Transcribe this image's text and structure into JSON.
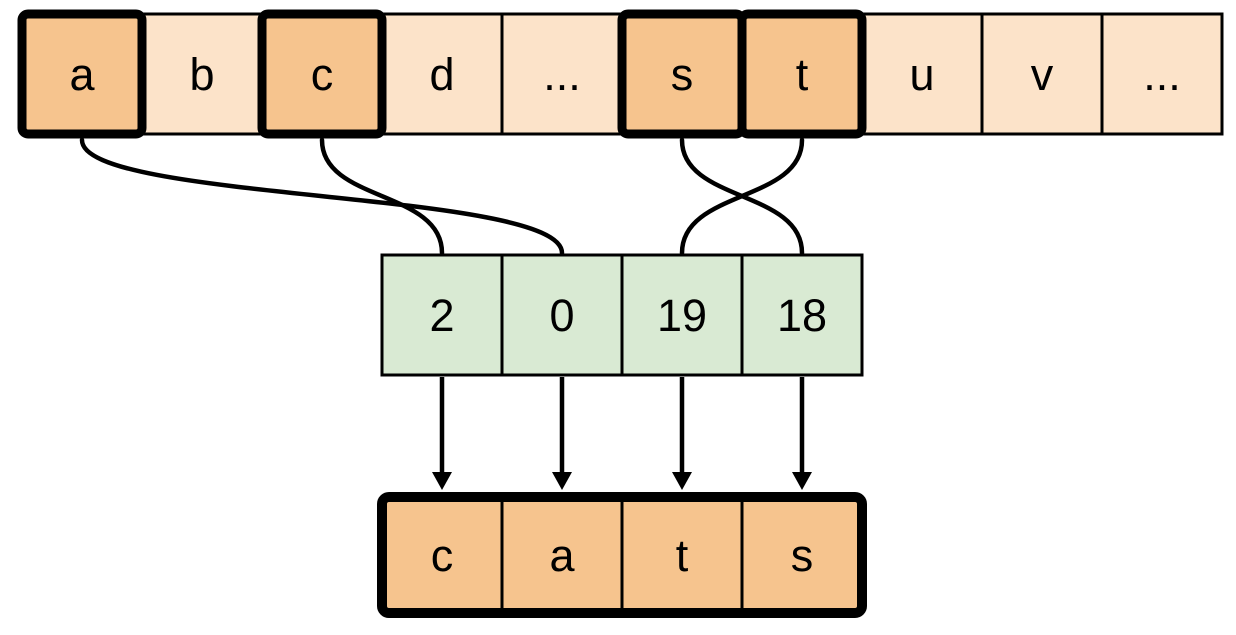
{
  "colors": {
    "cell_default": "#fce3c9",
    "cell_highlight": "#f6c48e",
    "cell_index": "#d9ead3",
    "stroke": "#000000",
    "background": "#ffffff"
  },
  "alphabet_row": {
    "cells": [
      {
        "label": "a",
        "highlighted": true
      },
      {
        "label": "b",
        "highlighted": false
      },
      {
        "label": "c",
        "highlighted": true
      },
      {
        "label": "d",
        "highlighted": false
      },
      {
        "label": "...",
        "highlighted": false
      },
      {
        "label": "s",
        "highlighted": true
      },
      {
        "label": "t",
        "highlighted": true
      },
      {
        "label": "u",
        "highlighted": false
      },
      {
        "label": "v",
        "highlighted": false
      },
      {
        "label": "...",
        "highlighted": false
      }
    ]
  },
  "index_row": {
    "cells": [
      {
        "label": "2"
      },
      {
        "label": "0"
      },
      {
        "label": "19"
      },
      {
        "label": "18"
      }
    ]
  },
  "output_row": {
    "cells": [
      {
        "label": "c"
      },
      {
        "label": "a"
      },
      {
        "label": "t"
      },
      {
        "label": "s"
      }
    ]
  },
  "connections": {
    "letter_to_index": [
      {
        "from_letter": "a",
        "to_index_value": "0"
      },
      {
        "from_letter": "c",
        "to_index_value": "2"
      },
      {
        "from_letter": "s",
        "to_index_value": "18"
      },
      {
        "from_letter": "t",
        "to_index_value": "19"
      }
    ],
    "index_to_output": [
      {
        "from_index_value": "2",
        "to_letter": "c"
      },
      {
        "from_index_value": "0",
        "to_letter": "a"
      },
      {
        "from_index_value": "19",
        "to_letter": "t"
      },
      {
        "from_index_value": "18",
        "to_letter": "s"
      }
    ]
  }
}
